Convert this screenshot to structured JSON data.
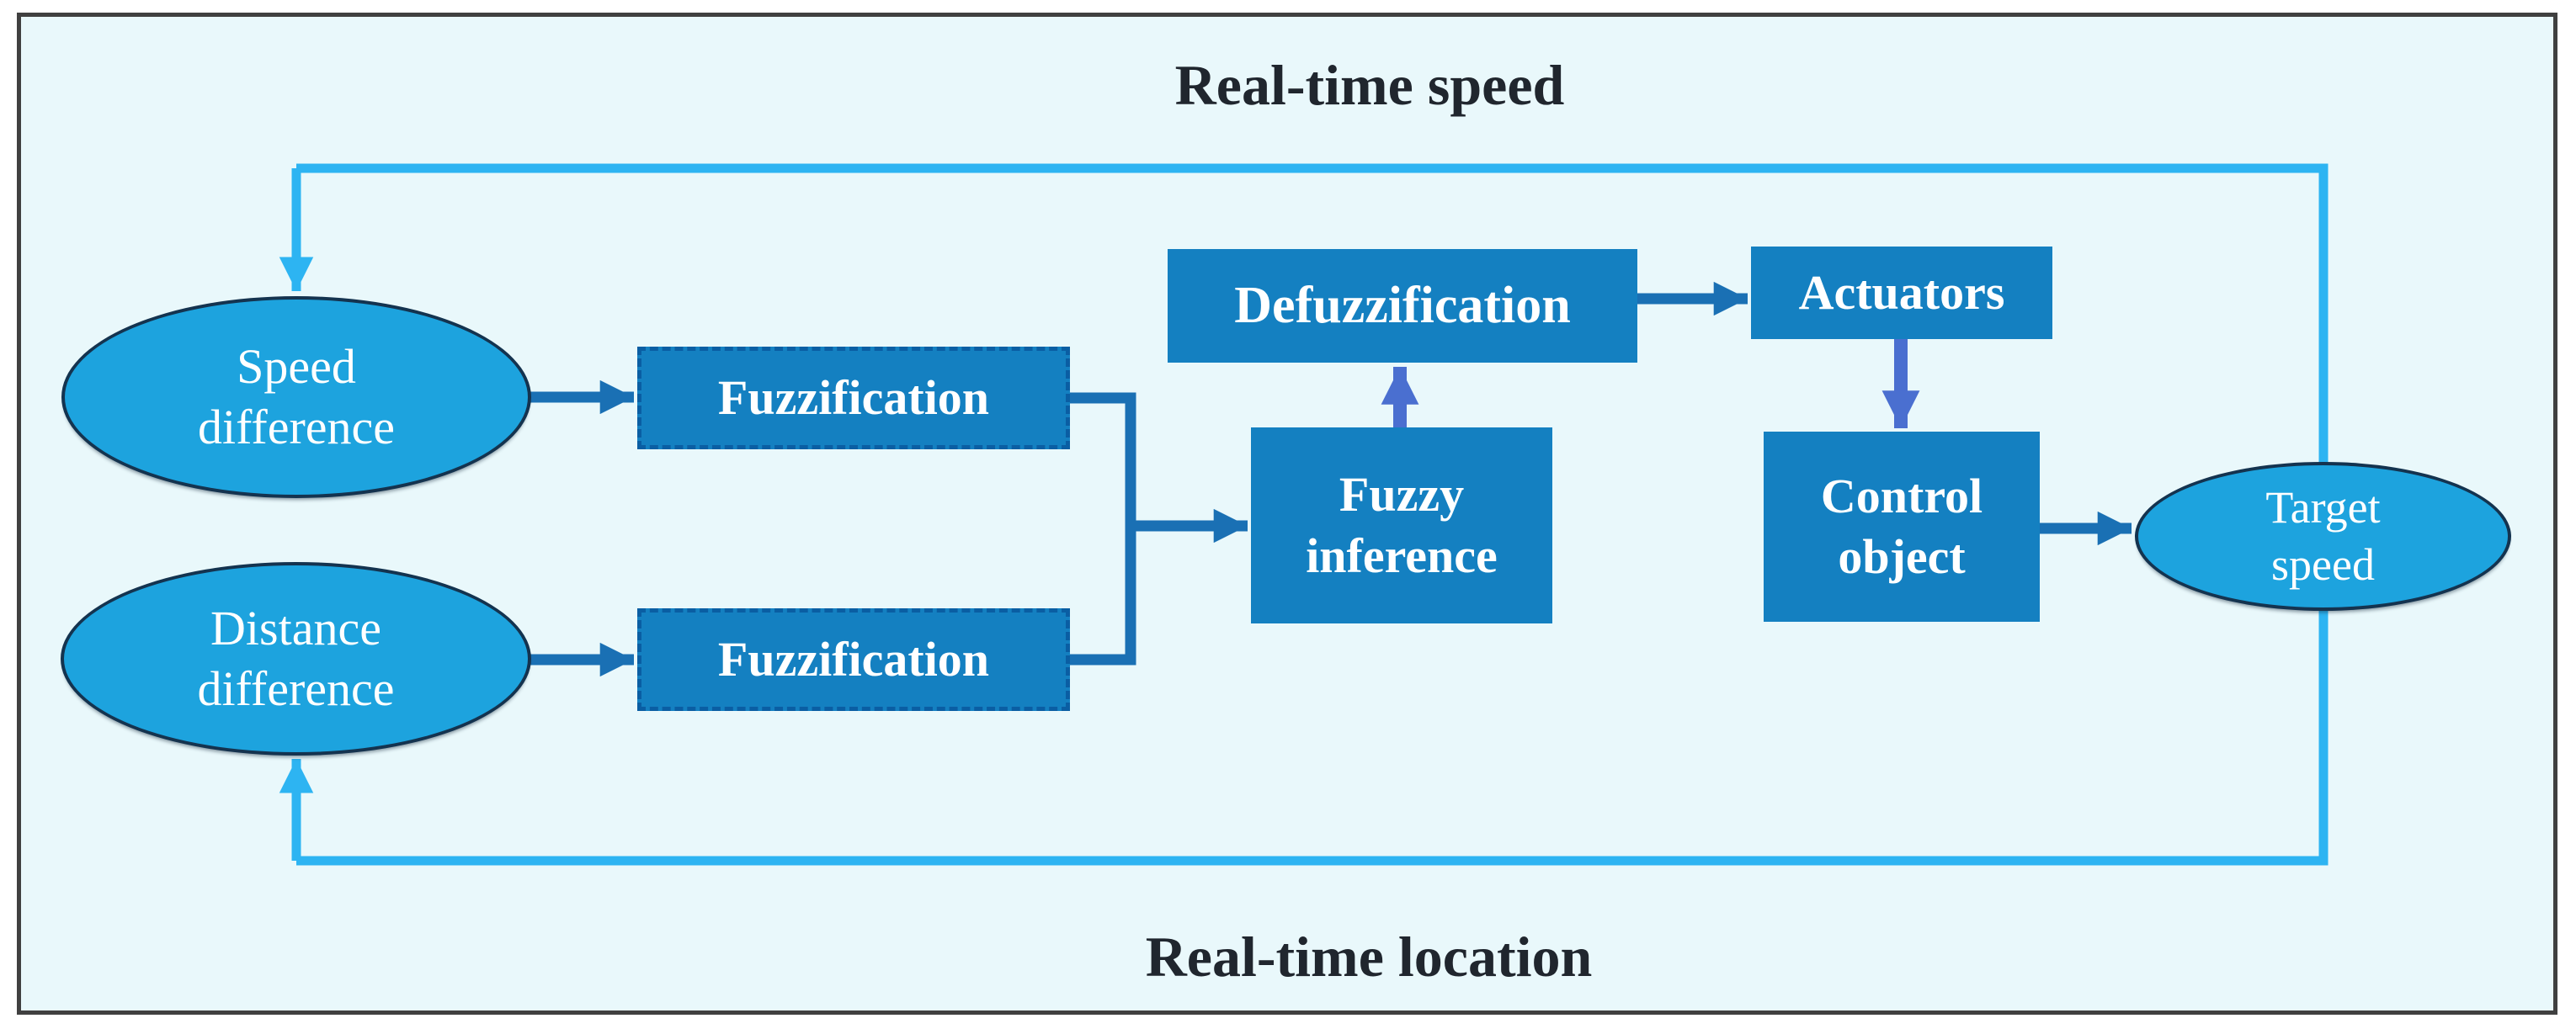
{
  "diagram": {
    "title_top": "Real-time speed",
    "label_bottom": "Real-time location",
    "nodes": {
      "speed_difference": {
        "line1": "Speed",
        "line2": "difference"
      },
      "distance_difference": {
        "line1": "Distance",
        "line2": "difference"
      },
      "fuzzification_top": {
        "label": "Fuzzification"
      },
      "fuzzification_bottom": {
        "label": "Fuzzification"
      },
      "fuzzy_inference": {
        "line1": "Fuzzy",
        "line2": "inference"
      },
      "defuzzification": {
        "label": "Defuzzification"
      },
      "actuators": {
        "label": "Actuators"
      },
      "control_object": {
        "line1": "Control",
        "line2": "object"
      },
      "target_speed": {
        "line1": "Target",
        "line2": "speed"
      }
    },
    "colors": {
      "canvas_bg": "#e9f8fb",
      "node_fill_ellipse": "#1da3de",
      "node_fill_box": "#1480c1",
      "ellipse_border": "#14334f",
      "dashed_border": "#0a5ea3",
      "arrow_dark_blue": "#1a70b4",
      "arrow_purple_blue": "#4a6fd0",
      "feedback_cyan": "#2db4f2",
      "title_text": "#20262e",
      "node_text": "#ffffff"
    }
  }
}
